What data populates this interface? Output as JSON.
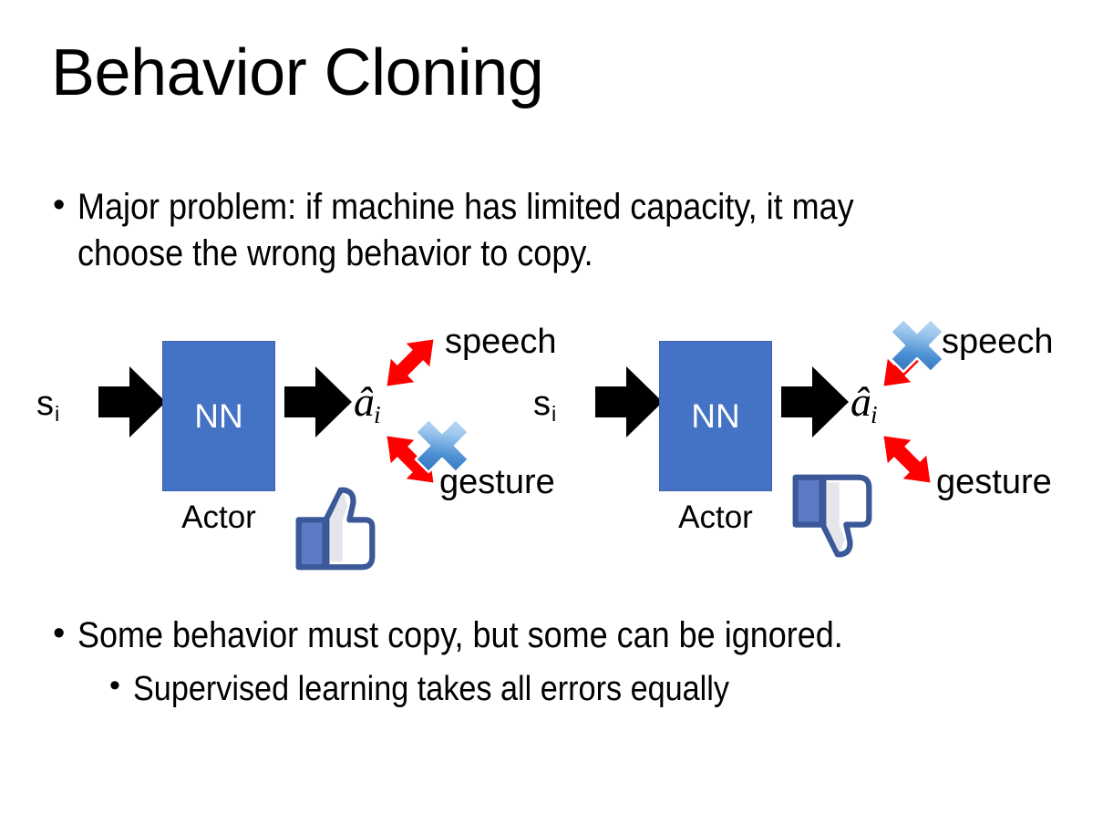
{
  "slide": {
    "title": "Behavior Cloning",
    "background_color": "#ffffff",
    "text_color": "#000000"
  },
  "bullets": {
    "top": {
      "marker": "•",
      "text": "Major problem: if machine has limited capacity, it may choose the wrong behavior to copy."
    },
    "bottom_primary": {
      "marker": "•",
      "text": "Some behavior must copy, but some can be ignored."
    },
    "bottom_secondary": {
      "marker": "•",
      "text": "Supervised learning takes all errors equally"
    }
  },
  "colors": {
    "nn_box_fill": "#4472C4",
    "nn_box_border": "#3c63ad",
    "nn_label": "#ffffff",
    "arrow_black": "#000000",
    "arrow_red": "#FF0000",
    "blue_x_light": "#cfe2f7",
    "blue_x_mid": "#7fb2e5",
    "blue_x_dark": "#2f6fb5",
    "thumb_outline": "#3b5998",
    "thumb_fill": "#ffffff",
    "thumb_shade": "#e4e6eb",
    "thumb_cuff": "#5b7bc4"
  },
  "diagrams": [
    {
      "id": "left",
      "state_label": "s",
      "state_subscript": "i",
      "nn_label": "NN",
      "actor_label": "Actor",
      "action_label": "â",
      "action_subscript": "i",
      "branch_up_label": "speech",
      "branch_down_label": "gesture",
      "crossed_branch": "gesture",
      "verdict_icon": "thumbs-up-icon",
      "in_arrow_icon": "block-arrow-right-icon",
      "out_arrow_icon": "block-arrow-right-icon",
      "cross_icon": "blue-x-icon"
    },
    {
      "id": "right",
      "state_label": "s",
      "state_subscript": "i",
      "nn_label": "NN",
      "actor_label": "Actor",
      "action_label": "â",
      "action_subscript": "i",
      "branch_up_label": "speech",
      "branch_down_label": "gesture",
      "crossed_branch": "speech",
      "verdict_icon": "thumbs-down-icon",
      "in_arrow_icon": "block-arrow-right-icon",
      "out_arrow_icon": "block-arrow-right-icon",
      "cross_icon": "blue-x-icon"
    }
  ]
}
